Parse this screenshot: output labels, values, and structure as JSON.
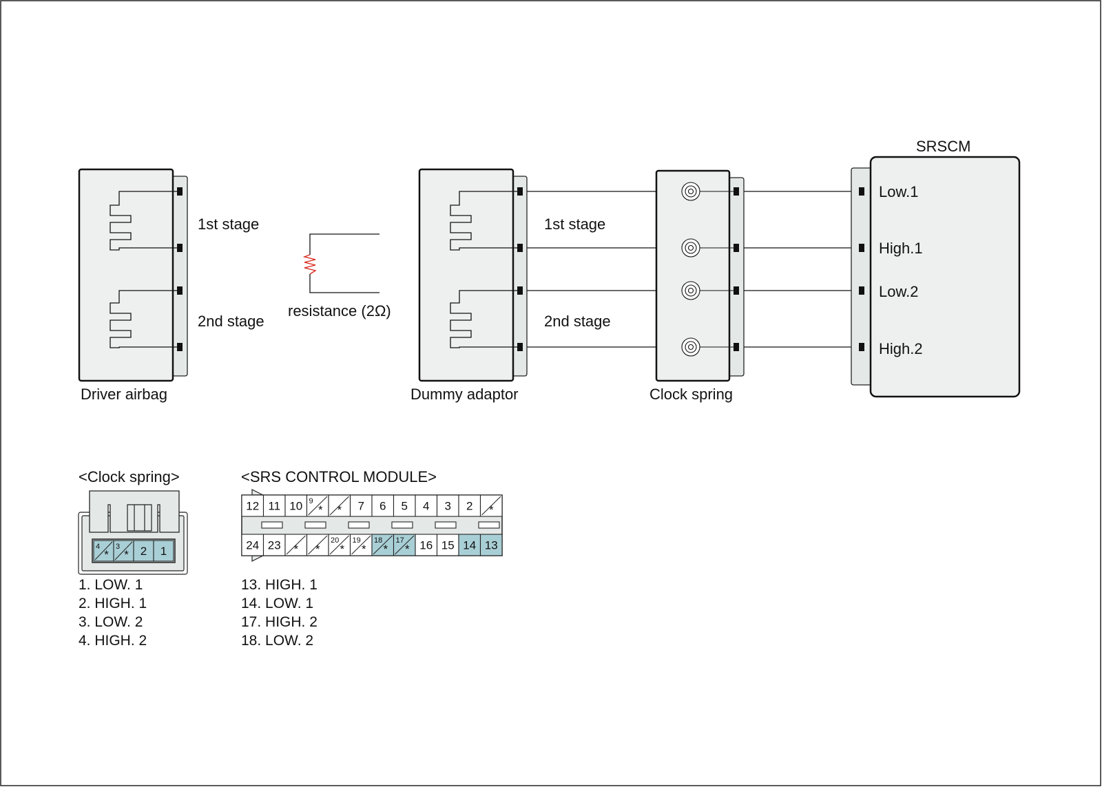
{
  "colors": {
    "body_fill": "#eef0ef",
    "connector_fill": "#e4e9e8",
    "used_pin_fill": "#a9cfd6",
    "wire": "#111111",
    "resistor": "#d9261c"
  },
  "components": {
    "driver_airbag": "Driver airbag",
    "dummy_adaptor": "Dummy adaptor",
    "clock_spring": "Clock spring",
    "srscm": "SRSCM",
    "resistance": "resistance (2Ω)"
  },
  "stages": {
    "first": "1st stage",
    "second": "2nd stage"
  },
  "srscm_terminals": [
    "Low.1",
    "High.1",
    "Low.2",
    "High.2"
  ],
  "clock_spring_connector": {
    "title": "<Clock spring>",
    "pins": [
      {
        "num": "4",
        "star": true,
        "used": true
      },
      {
        "num": "3",
        "star": true,
        "used": true
      },
      {
        "num": "2",
        "star": false,
        "used": true
      },
      {
        "num": "1",
        "star": false,
        "used": true
      }
    ],
    "legend": [
      "1. LOW. 1",
      "2. HIGH. 1",
      "3. LOW. 2",
      "4. HIGH. 2"
    ]
  },
  "srs_module_connector": {
    "title": "<SRS CONTROL MODULE>",
    "top_row": [
      {
        "num": "12",
        "star": false,
        "used": false
      },
      {
        "num": "11",
        "star": false,
        "used": false
      },
      {
        "num": "10",
        "star": false,
        "used": false
      },
      {
        "num": "9",
        "star": true,
        "used": false
      },
      {
        "num": "",
        "star": true,
        "used": false
      },
      {
        "num": "7",
        "star": false,
        "used": false
      },
      {
        "num": "6",
        "star": false,
        "used": false
      },
      {
        "num": "5",
        "star": false,
        "used": false
      },
      {
        "num": "4",
        "star": false,
        "used": false
      },
      {
        "num": "3",
        "star": false,
        "used": false
      },
      {
        "num": "2",
        "star": false,
        "used": false
      },
      {
        "num": "",
        "star": true,
        "used": false
      }
    ],
    "bottom_row": [
      {
        "num": "24",
        "star": false,
        "used": false
      },
      {
        "num": "23",
        "star": false,
        "used": false
      },
      {
        "num": "",
        "star": true,
        "used": false
      },
      {
        "num": "",
        "star": true,
        "used": false
      },
      {
        "num": "20",
        "star": true,
        "used": false
      },
      {
        "num": "19",
        "star": true,
        "used": false
      },
      {
        "num": "18",
        "star": true,
        "used": true
      },
      {
        "num": "17",
        "star": true,
        "used": true
      },
      {
        "num": "16",
        "star": false,
        "used": false
      },
      {
        "num": "15",
        "star": false,
        "used": false
      },
      {
        "num": "14",
        "star": false,
        "used": true
      },
      {
        "num": "13",
        "star": false,
        "used": true
      }
    ],
    "legend": [
      "13. HIGH. 1",
      "14. LOW. 1",
      "17. HIGH. 2",
      "18. LOW. 2"
    ]
  }
}
